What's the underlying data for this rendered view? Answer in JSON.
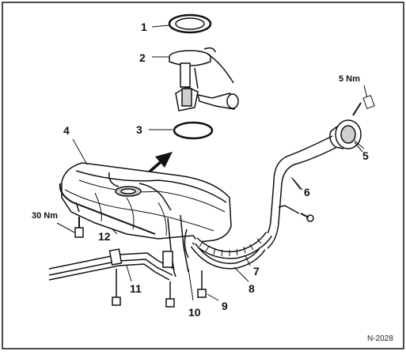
{
  "callouts": {
    "c1": "1",
    "c2": "2",
    "c3": "3",
    "c4": "4",
    "c5": "5",
    "c6": "6",
    "c7": "7",
    "c8": "8",
    "c9": "9",
    "c10": "10",
    "c11": "11",
    "c12": "12"
  },
  "torques": {
    "cap_bolt": "5 Nm",
    "tank_bolt": "30 Nm"
  },
  "figure_id": "N-2028",
  "colors": {
    "line": "#111111",
    "fill": "#ffffff",
    "shade": "#cfcfcf"
  }
}
